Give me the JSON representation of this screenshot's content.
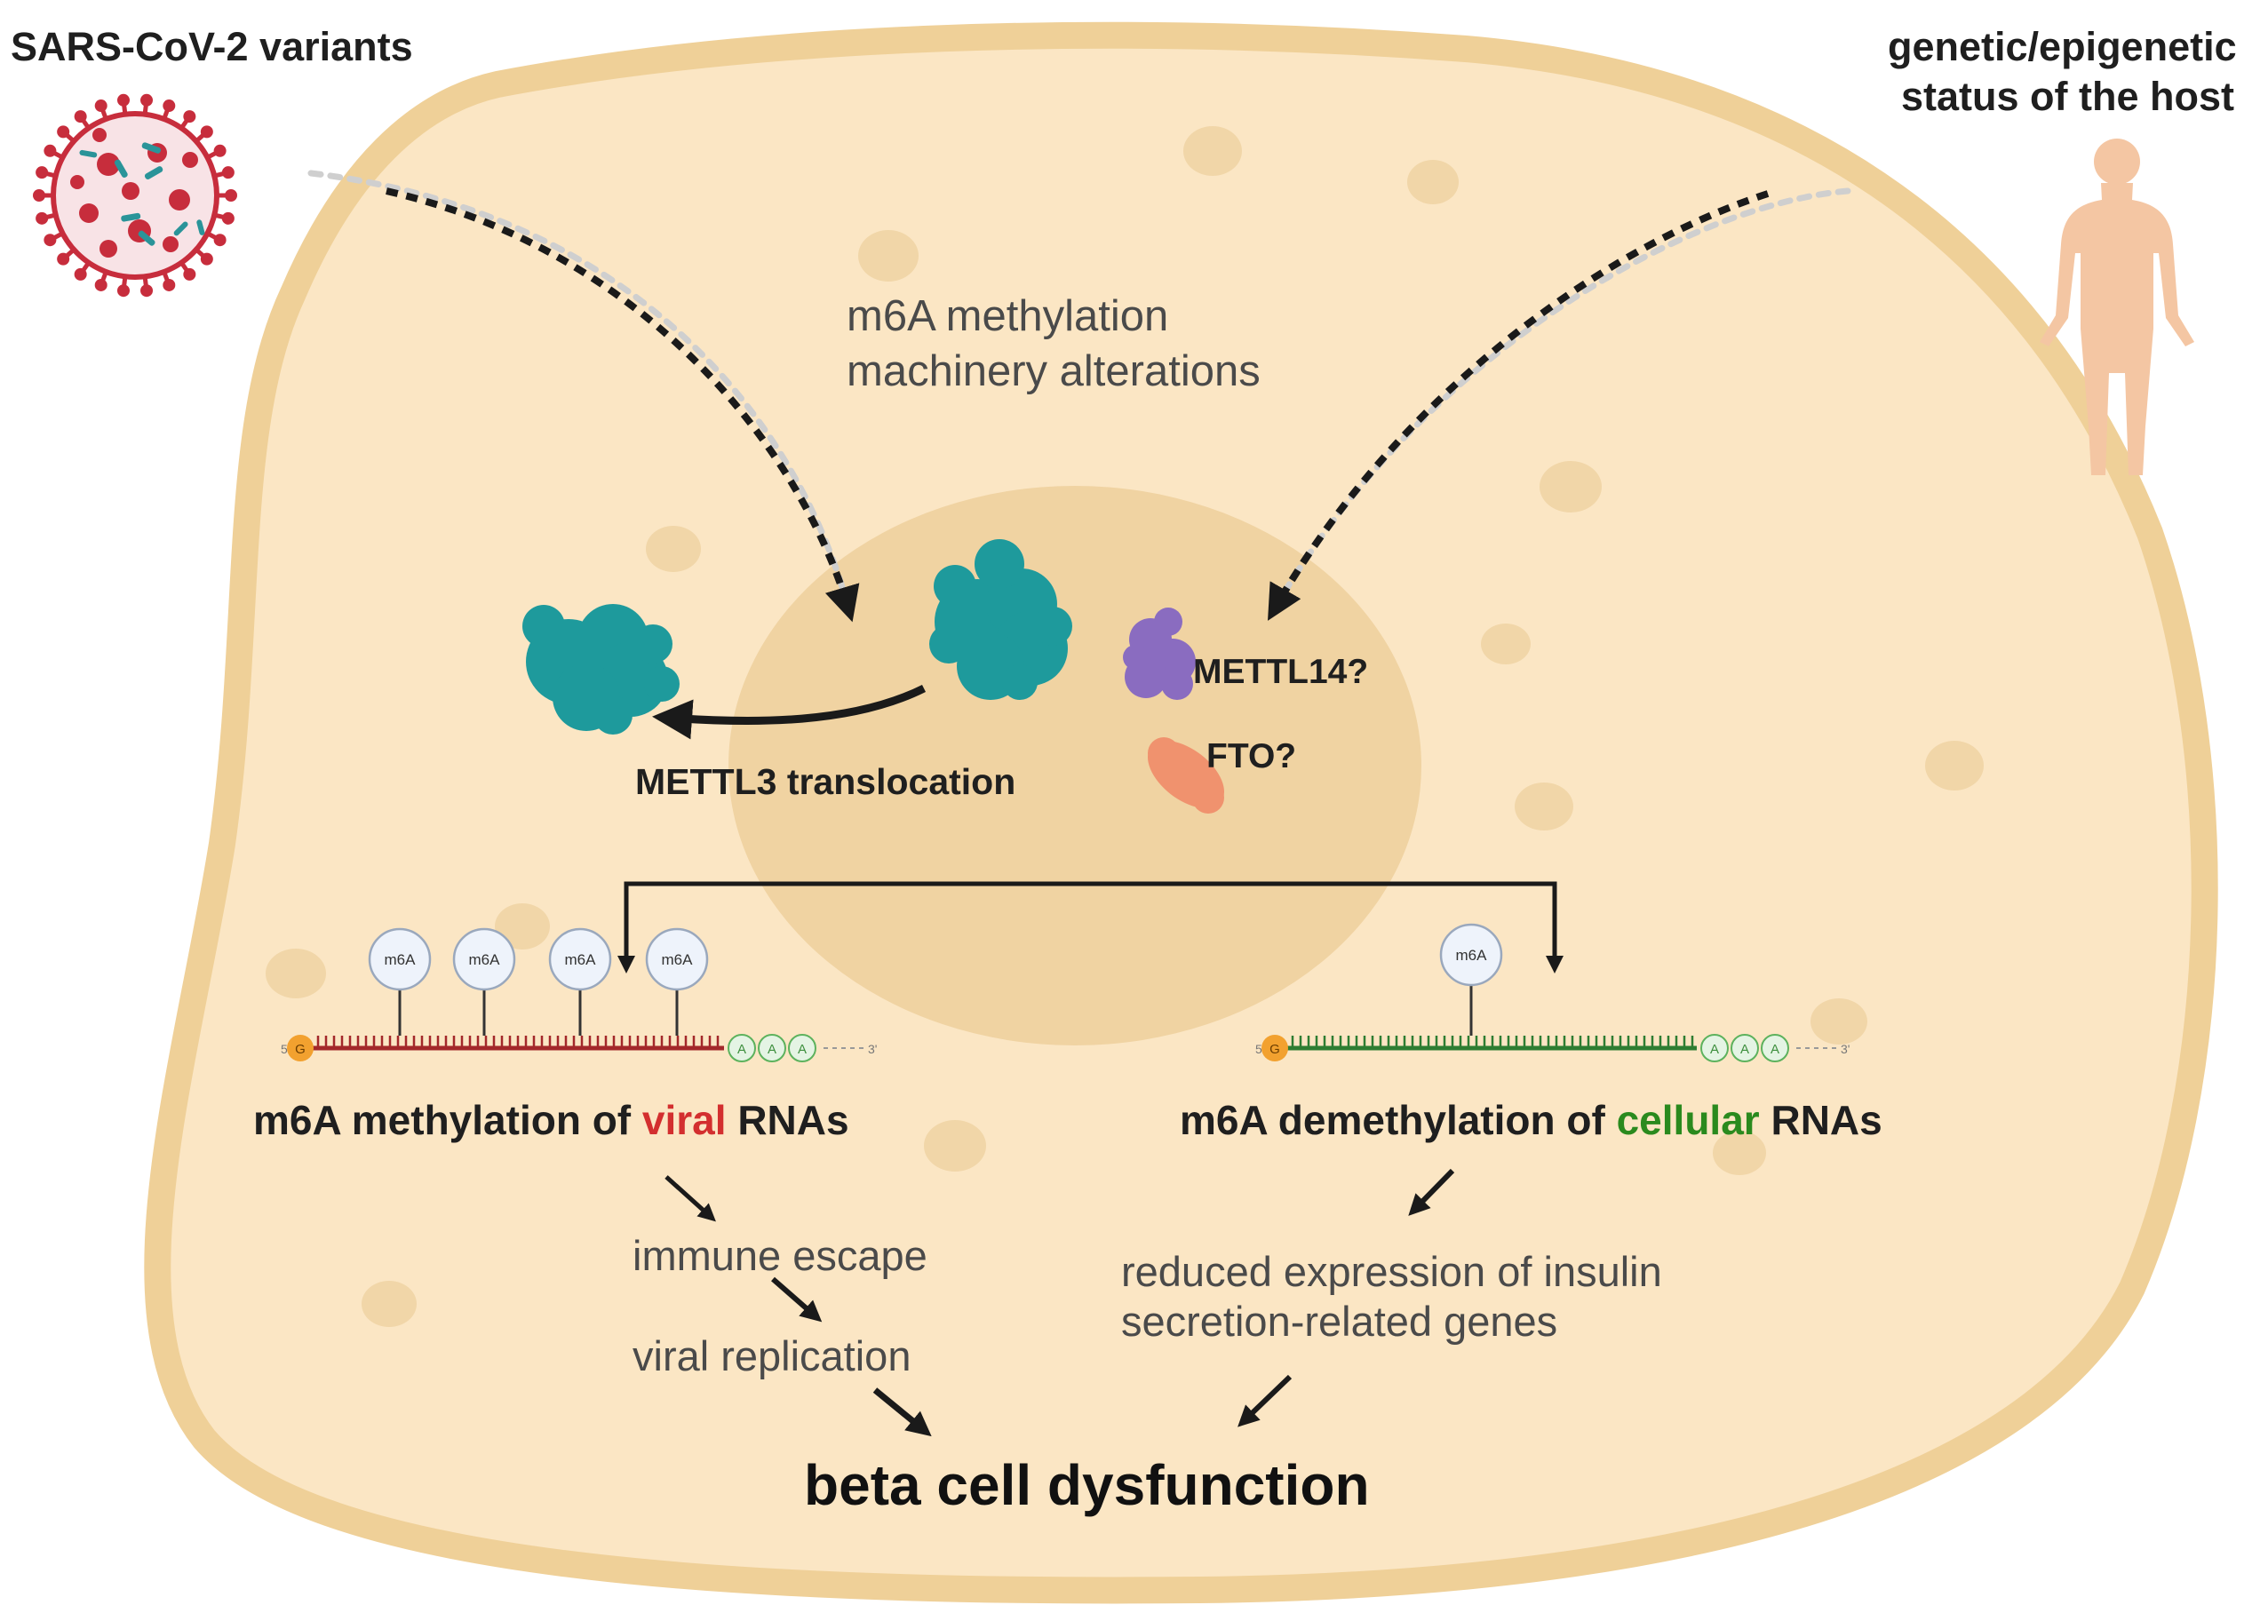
{
  "labels": {
    "virus": "SARS-CoV-2 variants",
    "host_line1": "genetic/epigenetic",
    "host_line2": "status of the host",
    "machinery_line1": "m6A methylation",
    "machinery_line2": "machinery alterations",
    "mettl14": "METTL14?",
    "fto": "FTO?",
    "mettl3": "METTL3 translocation",
    "viral_pre": "m6A methylation of ",
    "viral_word": "viral",
    "viral_post": " RNAs",
    "cell_pre": "m6A demethylation of ",
    "cell_word": "cellular",
    "cell_post": " RNAs",
    "immune": "immune escape",
    "replication": "viral replication",
    "reduced_line1": "reduced expression of insulin",
    "reduced_line2": "secretion-related genes",
    "outcome": "beta cell dysfunction"
  },
  "rna": {
    "mark": "m6A",
    "cap": "G",
    "polya": [
      "A",
      "A",
      "A"
    ],
    "end5": "5'",
    "end3": "3'"
  },
  "colors": {
    "cell_fill": "#fbe6c4",
    "cell_edge": "#efd098",
    "nucleus": "#f0d3a2",
    "vesicle": "#f1d6a8",
    "protein_teal": "#1e9a9c",
    "protein_purple": "#8a6cc0",
    "protein_orange": "#f0926e",
    "viral_strand": "#a3282a",
    "viral_word": "#d32f2f",
    "cellular_strand": "#2e7d32",
    "cellular_word": "#2a8a1e",
    "cap": "#f2a12f",
    "virus_red": "#c72d3c",
    "virus_teal": "#2a9499",
    "human": "#f4c6a3"
  }
}
